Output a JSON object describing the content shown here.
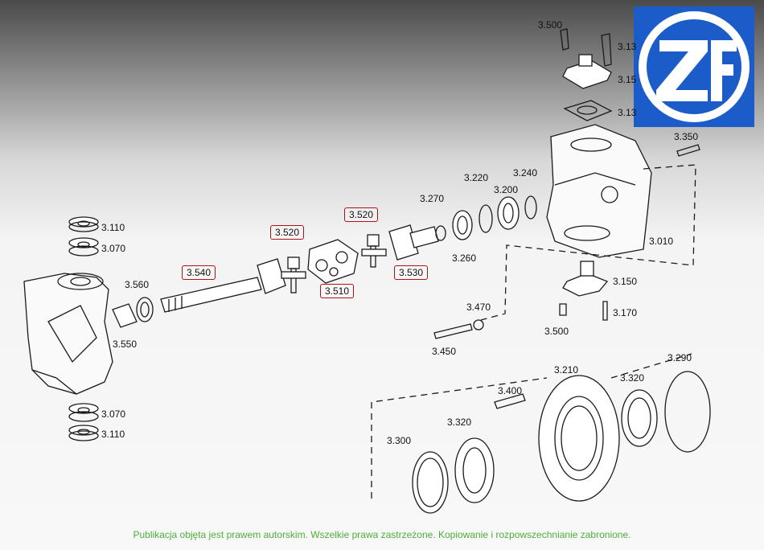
{
  "logo": {
    "text": "ZF",
    "bg_color": "#1b5cc9",
    "fg_color": "#ffffff"
  },
  "labels": {
    "p3500_top": "3.500",
    "p3130_top": "3.13",
    "p3150_top": "3.15",
    "p3130_b": "3.13",
    "p3350": "3.350",
    "p3240": "3.240",
    "p3220": "3.220",
    "p3200": "3.200",
    "p3270": "3.270",
    "p3520_right": "3.520",
    "p3520_left": "3.520",
    "p3110_top": "3.110",
    "p3070_top": "3.070",
    "p3540": "3.540",
    "p3560": "3.560",
    "p3530": "3.530",
    "p3510": "3.510",
    "p3260": "3.260",
    "p3010": "3.010",
    "p3150": "3.150",
    "p3170": "3.170",
    "p3470": "3.470",
    "p3500": "3.500",
    "p3550": "3.550",
    "p3450": "3.450",
    "p3290": "3.290",
    "p3210": "3.210",
    "p3320_right": "3.320",
    "p3400": "3.400",
    "p3320_left": "3.320",
    "p3300": "3.300",
    "p3070_bottom": "3.070",
    "p3110_bottom": "3.110"
  },
  "highlight_color": "#b01010",
  "copyright": "Publikacja objęta jest prawem autorskim. Wszelkie prawa zastrzeżone. Kopiowanie i rozpowszechnianie zabronione."
}
